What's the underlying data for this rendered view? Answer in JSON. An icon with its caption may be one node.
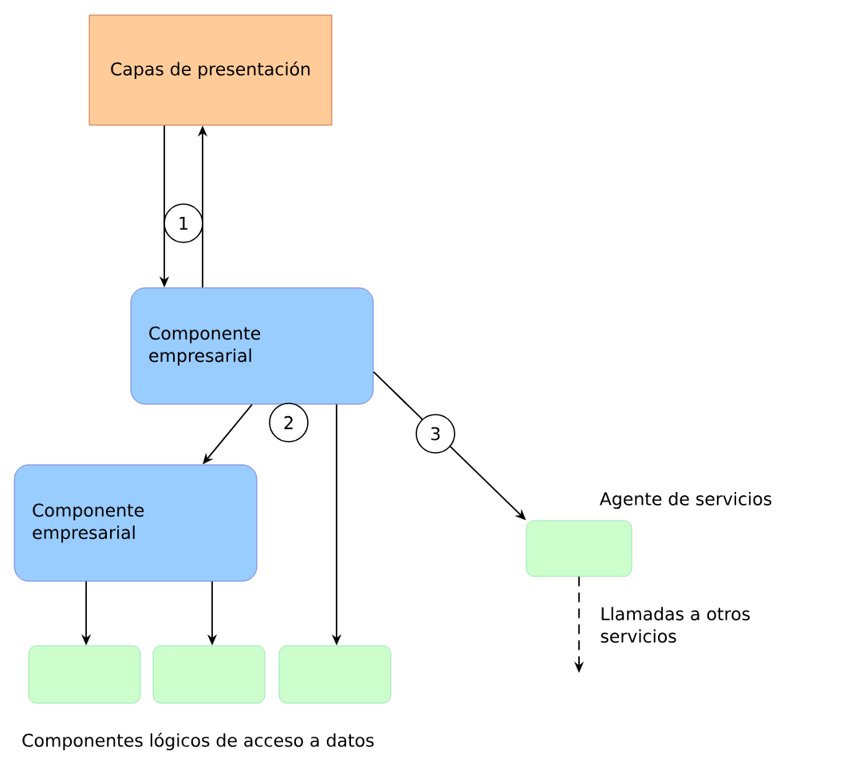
{
  "diagram": {
    "nodes": [
      {
        "text": [
          "Capas de presentación"
        ]
      },
      {
        "text": [
          "Componente empresarial"
        ]
      },
      {
        "text": [
          "Componente empresarial"
        ]
      },
      {
        "text": [],
        "shape": "box",
        "beside": [
          "Agente de servicios"
        ]
      },
      {
        "text": [],
        "shape": "box"
      },
      {
        "text": [],
        "shape": "box"
      },
      {
        "text": [],
        "shape": "box"
      }
    ],
    "edges": [
      {
        "from": 0,
        "to": 1,
        "arrow": "to"
      },
      {
        "from": 1,
        "to": 0,
        "arrow": "to"
      },
      {
        "from": 1,
        "to": 2,
        "arrow": "to"
      },
      {
        "from": 1,
        "to": 3,
        "arrow": "to"
      },
      {
        "from": 2,
        "to": 4,
        "arrow": "to"
      },
      {
        "from": 2,
        "to": 5,
        "arrow": "to"
      },
      {
        "from": 1,
        "to": 6,
        "arrow": "to"
      },
      {
        "from": 3,
        "to": null,
        "arrow": "to",
        "style": "dashed",
        "label": "Llamadas a otros servicios"
      }
    ],
    "labels": [
      "1",
      "2",
      "3",
      "Componentes lógicos de acceso a datos"
    ]
  }
}
